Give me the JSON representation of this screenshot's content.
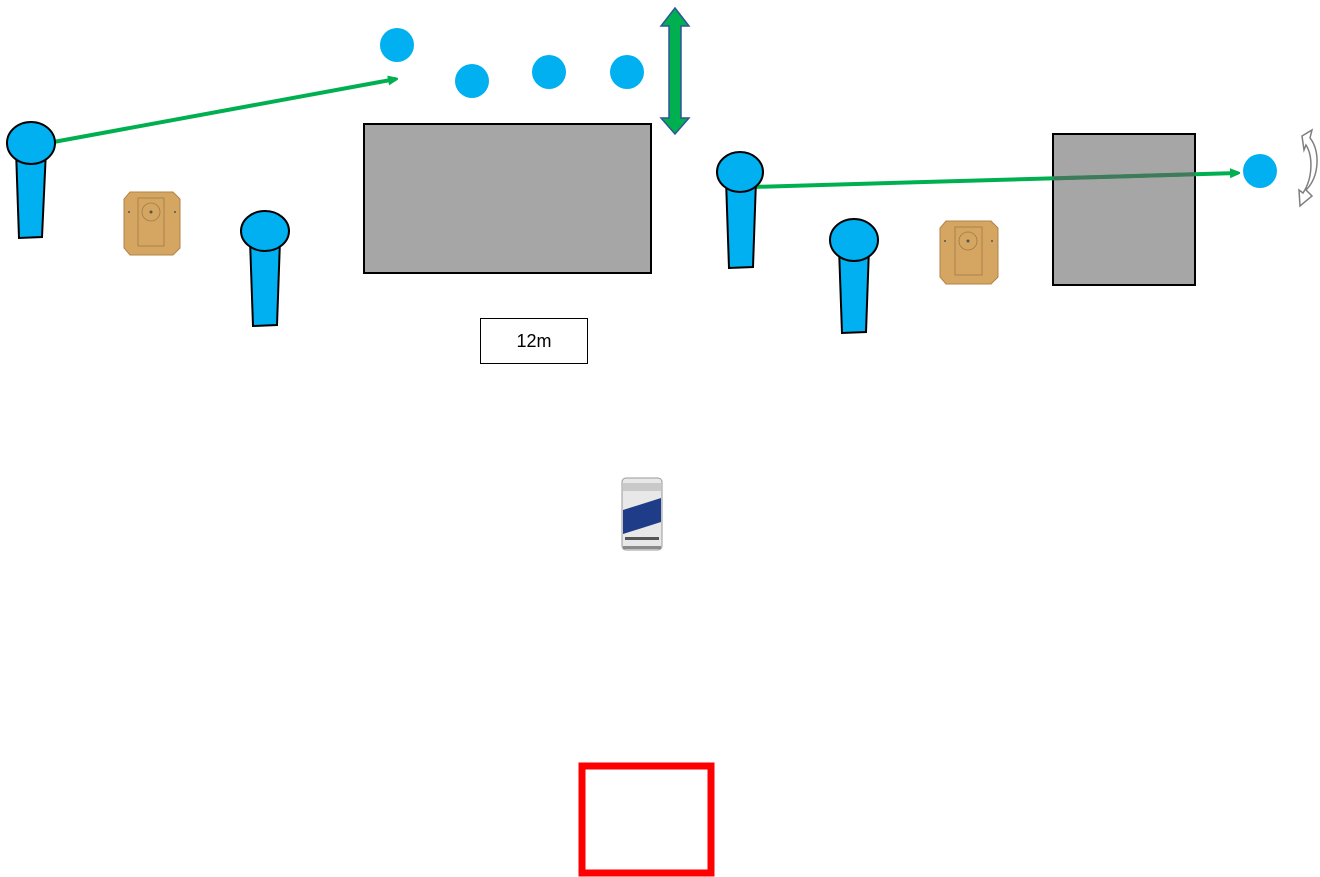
{
  "diagram": {
    "distance_label": "12m",
    "colors": {
      "shooter": "#00b0f0",
      "outline": "#000000",
      "arrow": "#00b050",
      "barrier": "#a6a6a6",
      "target": "#d4a661",
      "start_box": "#ff0000",
      "move_arrow_edge": "#2f5597"
    },
    "icons": {
      "shooter": "shooter-icon",
      "paper_target": "paper-target-icon",
      "steel_popper": "steel-target-icon",
      "barrier": "barrier-wall",
      "movement_arrow": "movement-arrow",
      "swing_indicator": "swing-arrows-icon",
      "can": "can-prop-icon",
      "start_box": "start-box"
    }
  }
}
